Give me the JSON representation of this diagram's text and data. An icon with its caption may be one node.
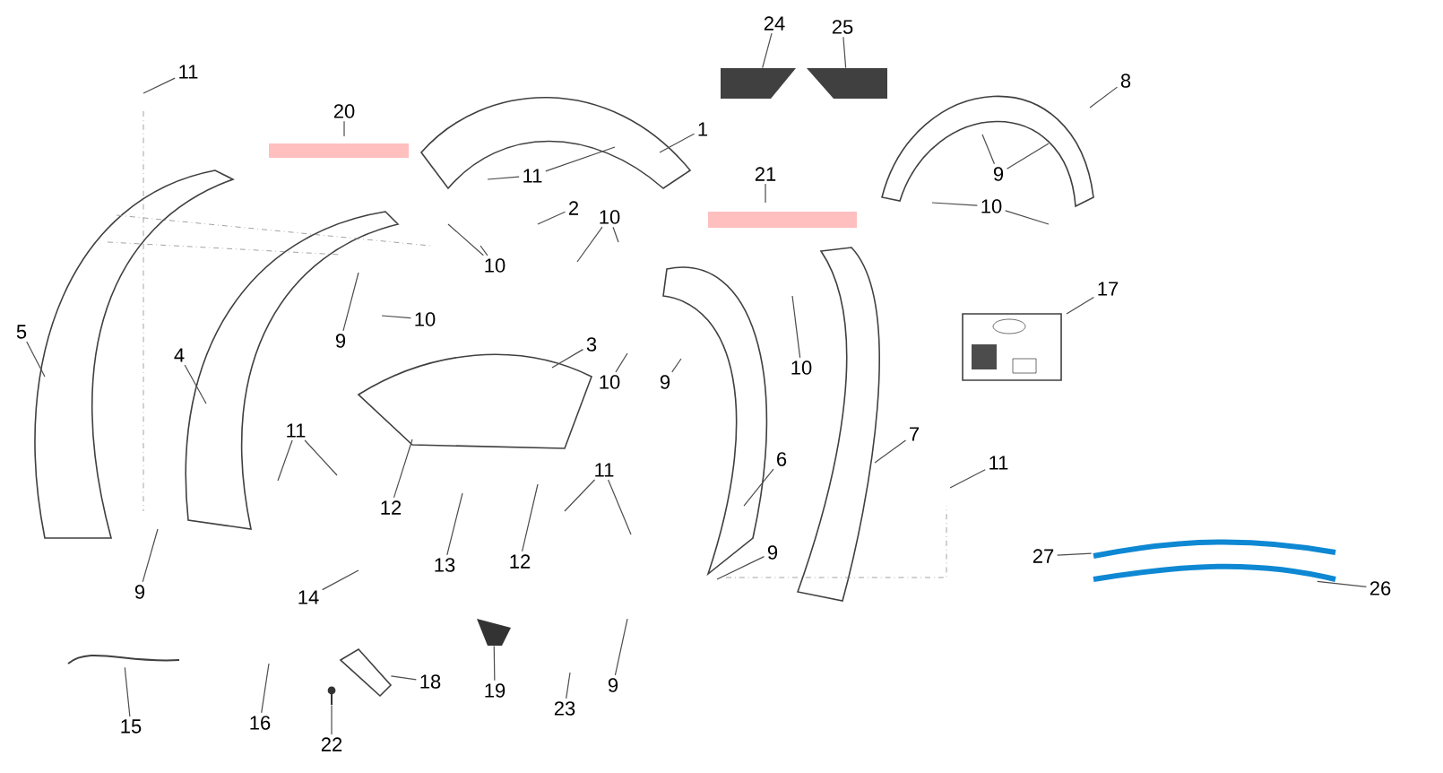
{
  "diagram": {
    "nodes": [
      {
        "text": [
          "11"
        ]
      },
      {
        "text": [
          "20"
        ]
      },
      {
        "text": [
          "24"
        ]
      },
      {
        "text": [
          "25"
        ]
      },
      {
        "text": [
          "8"
        ]
      },
      {
        "text": [
          "1"
        ]
      },
      {
        "text": [
          "11"
        ]
      },
      {
        "text": [
          "2"
        ]
      },
      {
        "text": [
          "10"
        ]
      },
      {
        "text": [
          "21"
        ]
      },
      {
        "text": [
          "9"
        ]
      },
      {
        "text": [
          "10"
        ]
      },
      {
        "text": [
          "10"
        ]
      },
      {
        "text": [
          "9"
        ]
      },
      {
        "text": [
          "10"
        ]
      },
      {
        "text": [
          "17"
        ]
      },
      {
        "text": [
          "3"
        ]
      },
      {
        "text": [
          "10"
        ]
      },
      {
        "text": [
          "9"
        ]
      },
      {
        "text": [
          "10"
        ]
      },
      {
        "text": [
          "5"
        ]
      },
      {
        "text": [
          "4"
        ]
      },
      {
        "text": [
          "11"
        ]
      },
      {
        "text": [
          "7"
        ]
      },
      {
        "text": [
          "11"
        ]
      },
      {
        "text": [
          "6"
        ]
      },
      {
        "text": [
          "11"
        ]
      },
      {
        "text": [
          "12"
        ]
      },
      {
        "text": [
          "13"
        ]
      },
      {
        "text": [
          "12"
        ]
      },
      {
        "text": [
          "9"
        ]
      },
      {
        "text": [
          "14"
        ]
      },
      {
        "text": [
          "9"
        ]
      },
      {
        "text": [
          "27"
        ]
      },
      {
        "text": [
          "26"
        ]
      },
      {
        "text": [
          "9"
        ]
      },
      {
        "text": [
          "15"
        ]
      },
      {
        "text": [
          "16"
        ]
      },
      {
        "text": [
          "18"
        ]
      },
      {
        "text": [
          "19"
        ]
      },
      {
        "text": [
          "22"
        ]
      },
      {
        "text": [
          "23"
        ]
      },
      {
        "text": [],
        "shape": "picture"
      },
      {
        "text": [],
        "shape": "picture"
      },
      {
        "text": [],
        "shape": "picture"
      },
      {
        "text": [],
        "shape": "picture"
      },
      {
        "text": [],
        "shape": "picture"
      },
      {
        "text": [],
        "shape": "picture"
      },
      {
        "text": [],
        "shape": "picture"
      },
      {
        "text": [],
        "shape": "picture"
      }
    ],
    "edges": [
      {
        "from": 0,
        "to": null,
        "arrow": "none"
      },
      {
        "from": 1,
        "to": null,
        "arrow": "none"
      },
      {
        "from": 2,
        "to": 42,
        "arrow": "none"
      },
      {
        "from": 3,
        "to": 43,
        "arrow": "none"
      },
      {
        "from": 4,
        "to": null,
        "arrow": "none"
      },
      {
        "from": 5,
        "to": null,
        "arrow": "none"
      },
      {
        "from": 6,
        "to": null,
        "arrow": "none"
      },
      {
        "from": 6,
        "to": null,
        "arrow": "none"
      },
      {
        "from": 7,
        "to": null,
        "arrow": "none"
      },
      {
        "from": 8,
        "to": null,
        "arrow": "none"
      },
      {
        "from": 8,
        "to": null,
        "arrow": "none"
      },
      {
        "from": 9,
        "to": null,
        "arrow": "none"
      },
      {
        "from": 10,
        "to": null,
        "arrow": "none"
      },
      {
        "from": 10,
        "to": null,
        "arrow": "none"
      },
      {
        "from": 11,
        "to": null,
        "arrow": "none"
      },
      {
        "from": 11,
        "to": null,
        "arrow": "none"
      },
      {
        "from": 12,
        "to": null,
        "arrow": "none"
      },
      {
        "from": 12,
        "to": null,
        "arrow": "none"
      },
      {
        "from": 13,
        "to": null,
        "arrow": "none"
      },
      {
        "from": 14,
        "to": null,
        "arrow": "none"
      },
      {
        "from": 15,
        "to": null,
        "arrow": "none"
      },
      {
        "from": 16,
        "to": null,
        "arrow": "none"
      },
      {
        "from": 17,
        "to": null,
        "arrow": "none"
      },
      {
        "from": 18,
        "to": null,
        "arrow": "none"
      },
      {
        "from": 19,
        "to": null,
        "arrow": "none"
      },
      {
        "from": 20,
        "to": null,
        "arrow": "none"
      },
      {
        "from": 21,
        "to": null,
        "arrow": "none"
      },
      {
        "from": 22,
        "to": null,
        "arrow": "none"
      },
      {
        "from": 22,
        "to": null,
        "arrow": "none"
      },
      {
        "from": 23,
        "to": null,
        "arrow": "none"
      },
      {
        "from": 24,
        "to": null,
        "arrow": "none"
      },
      {
        "from": 25,
        "to": null,
        "arrow": "none"
      },
      {
        "from": 26,
        "to": null,
        "arrow": "none"
      },
      {
        "from": 26,
        "to": null,
        "arrow": "none"
      },
      {
        "from": 27,
        "to": null,
        "arrow": "none"
      },
      {
        "from": 28,
        "to": null,
        "arrow": "none"
      },
      {
        "from": 29,
        "to": null,
        "arrow": "none"
      },
      {
        "from": 30,
        "to": null,
        "arrow": "none"
      },
      {
        "from": 31,
        "to": null,
        "arrow": "none"
      },
      {
        "from": 32,
        "to": null,
        "arrow": "none"
      },
      {
        "from": 33,
        "to": 44,
        "arrow": "none"
      },
      {
        "from": 34,
        "to": 45,
        "arrow": "none"
      },
      {
        "from": 35,
        "to": null,
        "arrow": "none"
      },
      {
        "from": 36,
        "to": 46,
        "arrow": "none"
      },
      {
        "from": 37,
        "to": null,
        "arrow": "none"
      },
      {
        "from": 38,
        "to": 47,
        "arrow": "none"
      },
      {
        "from": 39,
        "to": 48,
        "arrow": "none"
      },
      {
        "from": 40,
        "to": 49,
        "arrow": "none"
      },
      {
        "from": 41,
        "to": null,
        "arrow": "none"
      }
    ]
  }
}
